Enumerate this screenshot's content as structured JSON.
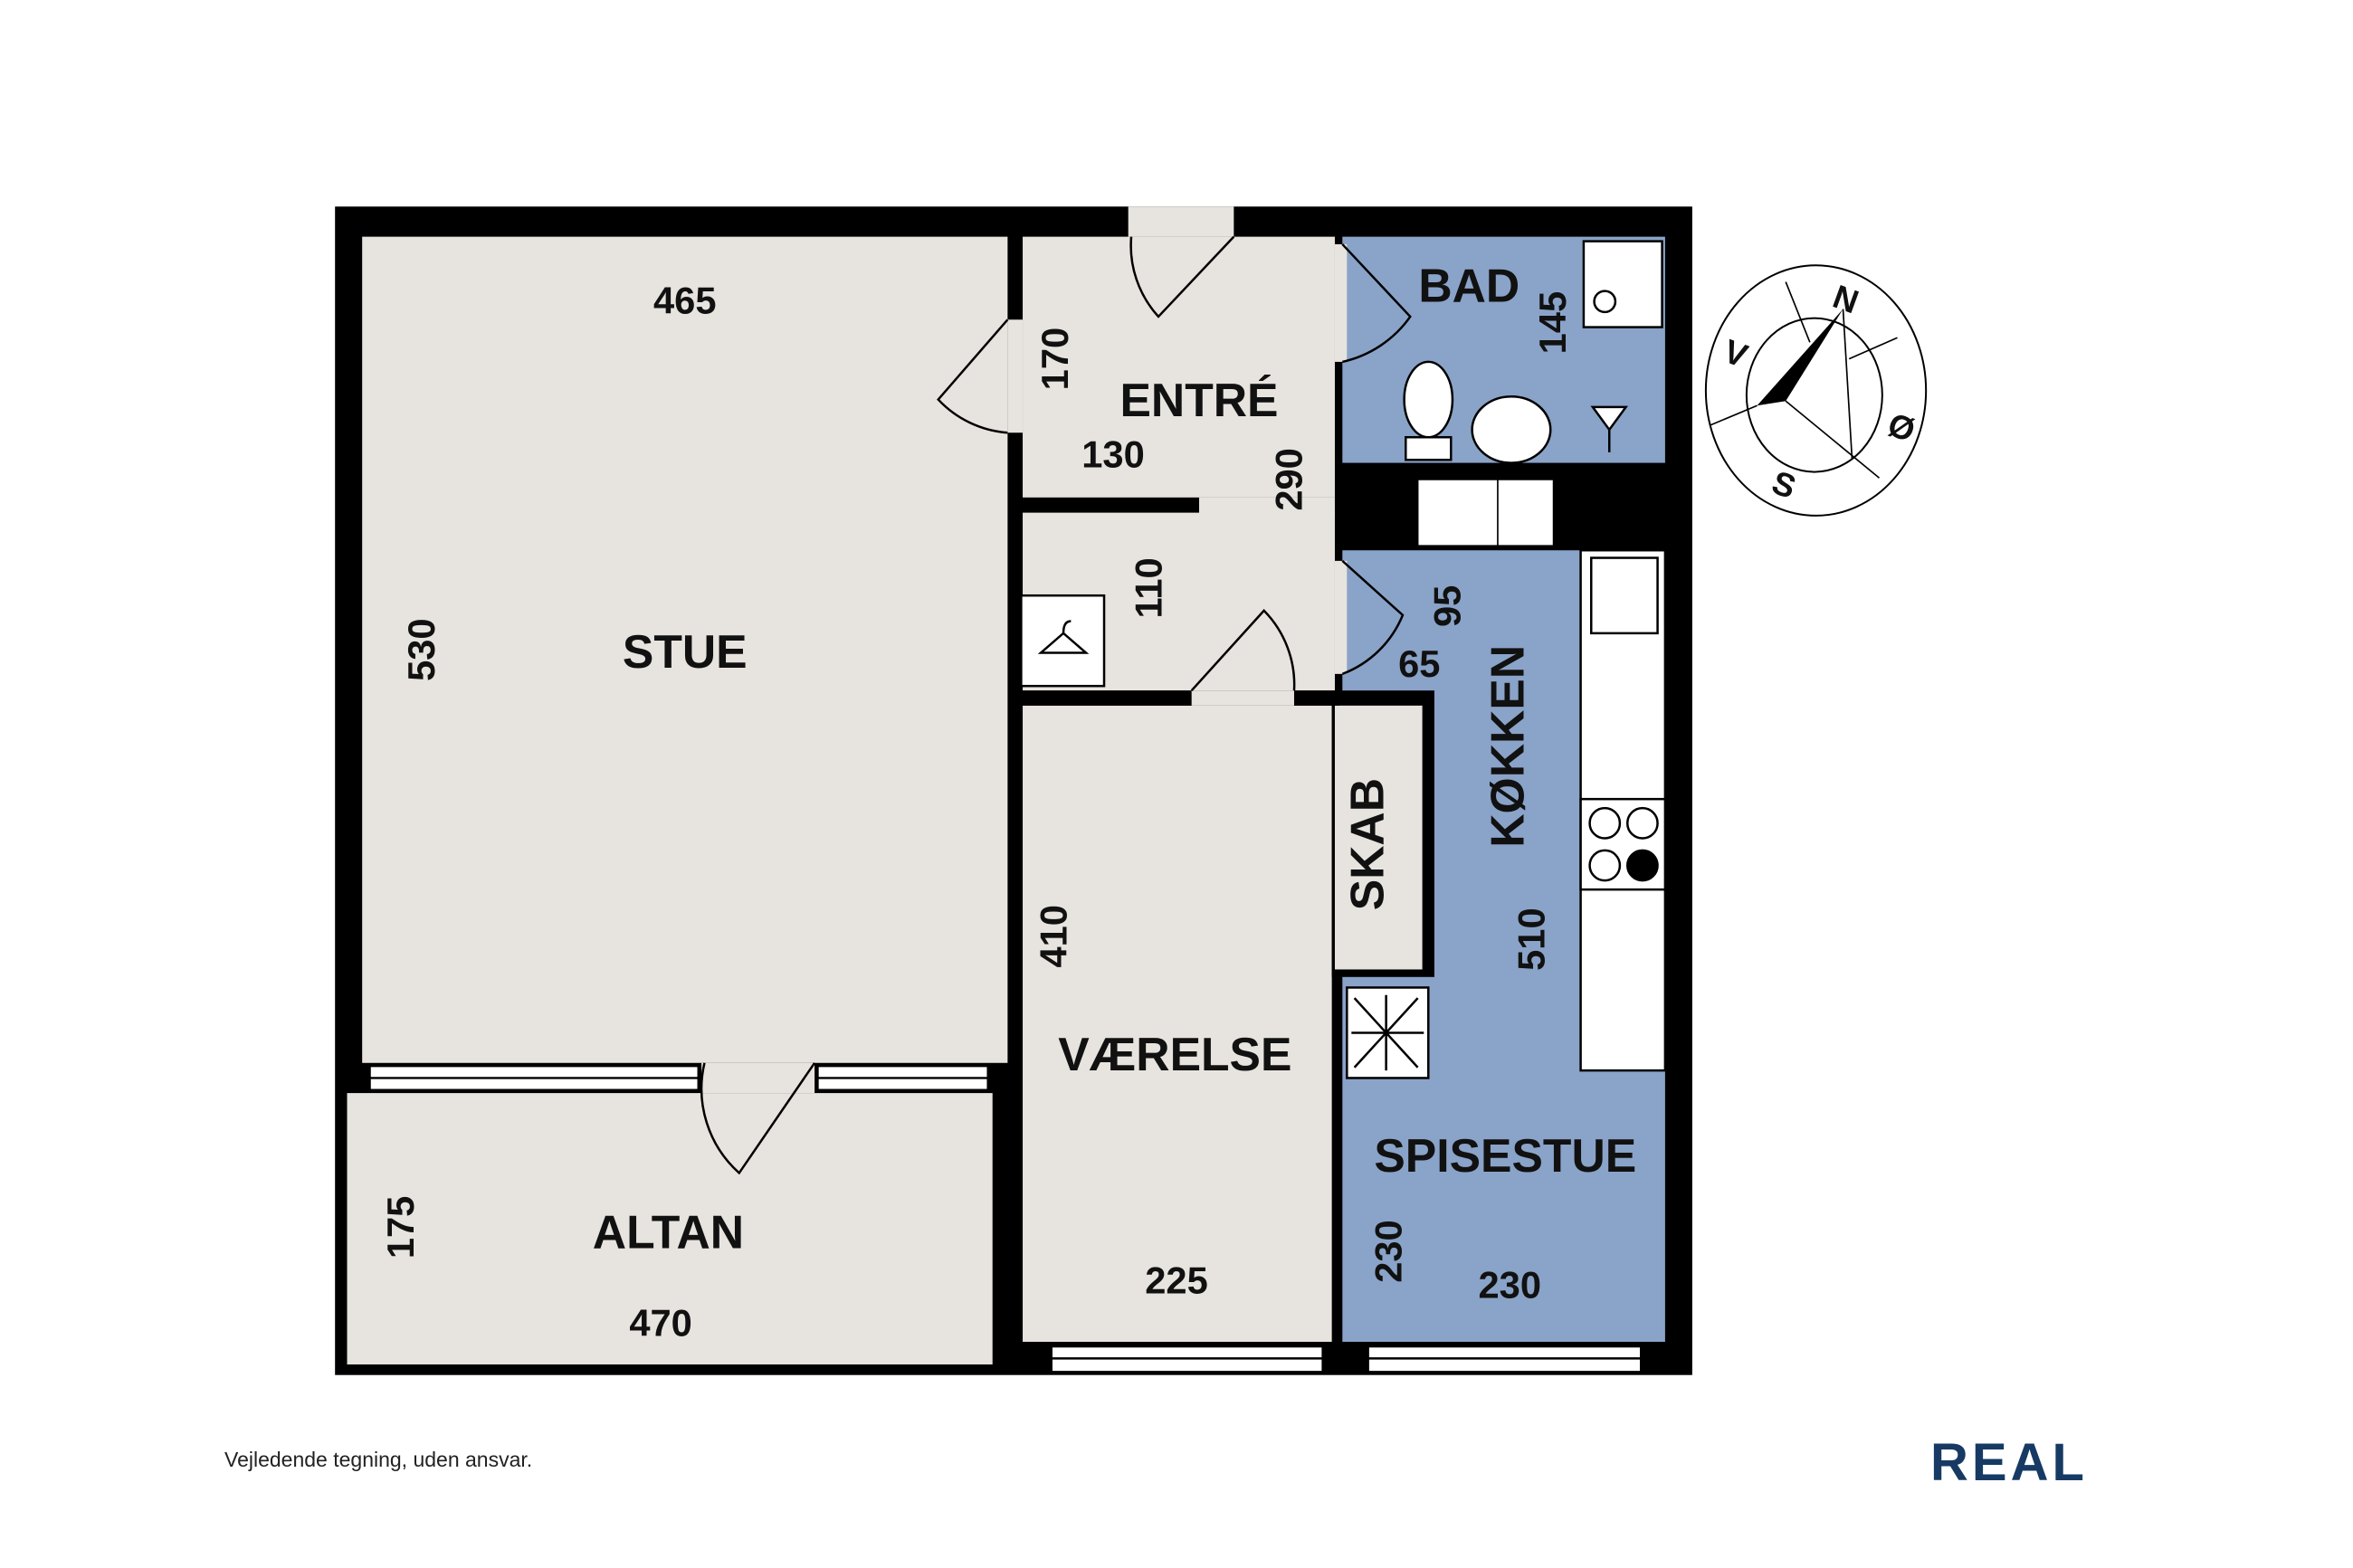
{
  "rooms": {
    "stue": "STUE",
    "entre": "ENTRÉ",
    "bad": "BAD",
    "koekken": "KØKKEN",
    "skab": "SKAB",
    "vaerelse": "VÆRELSE",
    "spisestue": "SPISESTUE",
    "altan": "ALTAN"
  },
  "dimensions": {
    "stue_width": "465",
    "stue_height": "530",
    "entre_height": "170",
    "entre_width": "130",
    "entre_depth": "290",
    "entre_closet": "110",
    "bad_height": "145",
    "koekken_a": "95",
    "koekken_b": "65",
    "koekken_length": "510",
    "vaerelse_height": "410",
    "vaerelse_width": "225",
    "spisestue_height": "230",
    "spisestue_width": "230",
    "altan_height": "175",
    "altan_width": "470"
  },
  "compass": {
    "n": "N",
    "s": "S",
    "e": "Ø",
    "w": "V"
  },
  "footer": {
    "disclaimer": "Vejledende tegning, uden ansvar.",
    "logo": "REAL"
  },
  "colors": {
    "floor": "#e7e3de",
    "wet": "#8aa3c8",
    "wall": "#000000",
    "brand": "#163a63"
  }
}
